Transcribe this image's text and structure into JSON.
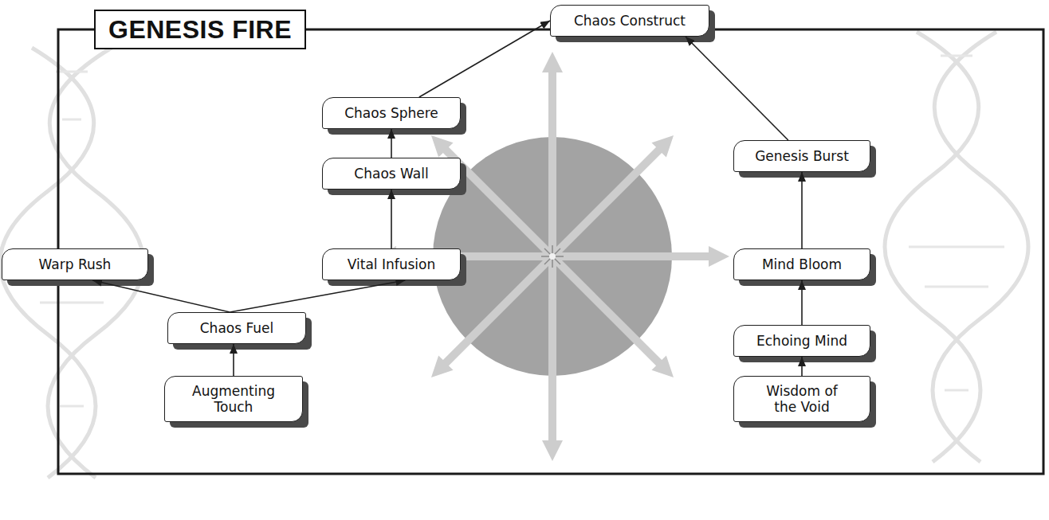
{
  "diagram": {
    "title": "GENESIS FIRE",
    "nodes": [
      {
        "text": [
          "Chaos Construct"
        ]
      },
      {
        "text": [
          "Chaos Sphere"
        ]
      },
      {
        "text": [
          "Genesis Burst"
        ]
      },
      {
        "text": [
          "Chaos Wall"
        ]
      },
      {
        "text": [
          "Warp Rush"
        ]
      },
      {
        "text": [
          "Vital Infusion"
        ]
      },
      {
        "text": [
          "Mind Bloom"
        ]
      },
      {
        "text": [
          "Chaos Fuel"
        ]
      },
      {
        "text": [
          "Echoing Mind"
        ]
      },
      {
        "text": [
          "Augmenting Touch"
        ]
      },
      {
        "text": [
          "Wisdom of the Void"
        ]
      }
    ],
    "edges": [
      {
        "from": 9,
        "to": 7,
        "arrow": "to"
      },
      {
        "from": 7,
        "to": 4,
        "arrow": "to"
      },
      {
        "from": 7,
        "to": 5,
        "arrow": "to"
      },
      {
        "from": 5,
        "to": 3,
        "arrow": "to"
      },
      {
        "from": 3,
        "to": 1,
        "arrow": "to"
      },
      {
        "from": 1,
        "to": 0,
        "arrow": "to"
      },
      {
        "from": 10,
        "to": 8,
        "arrow": "to"
      },
      {
        "from": 8,
        "to": 6,
        "arrow": "to"
      },
      {
        "from": 6,
        "to": 2,
        "arrow": "to"
      },
      {
        "from": 2,
        "to": 0,
        "arrow": "to"
      }
    ]
  }
}
